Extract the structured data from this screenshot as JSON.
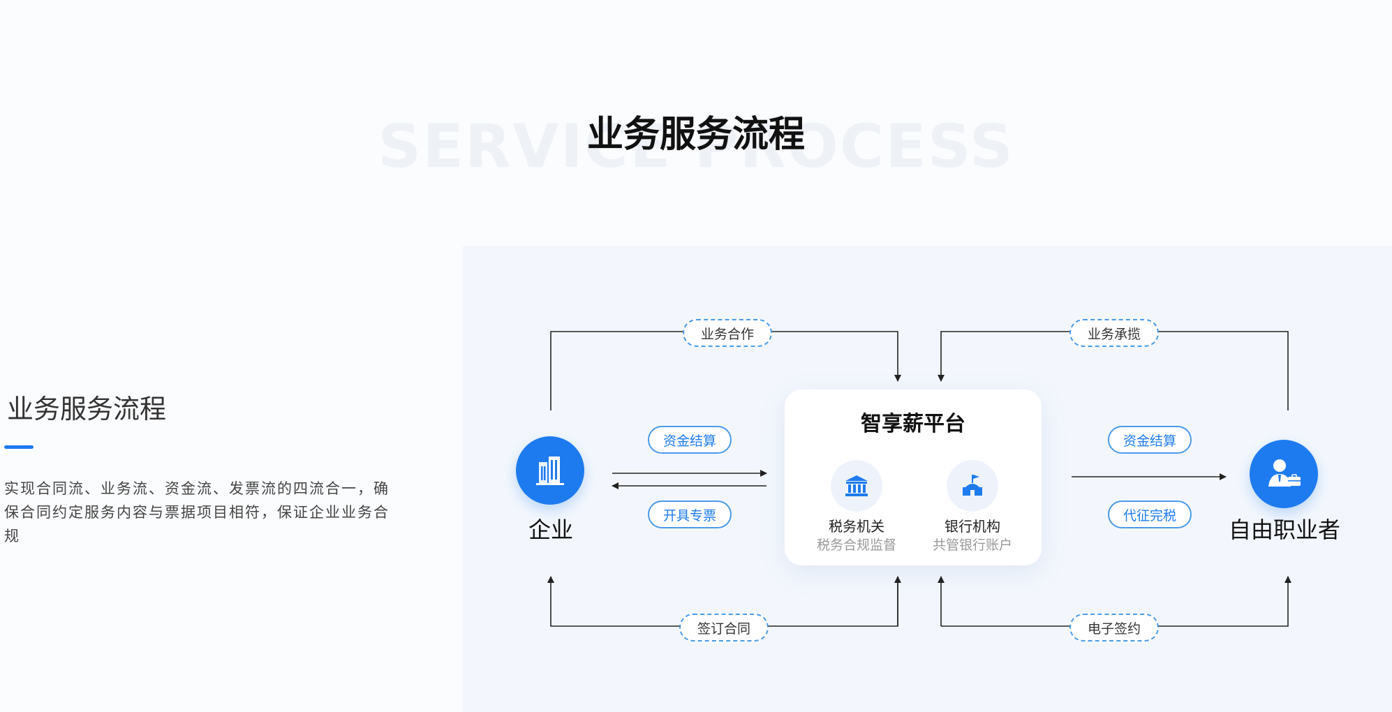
{
  "header": {
    "watermark": "SERVICE PROCESS",
    "title": "业务服务流程"
  },
  "intro": {
    "title": "业务服务流程",
    "description": "实现合同流、业务流、资金流、发票流的四流合一，确保合同约定服务内容与票据项目相符，保证企业业务合规"
  },
  "diagram": {
    "left_entity": {
      "label": "企业",
      "icon": "building-icon"
    },
    "right_entity": {
      "label": "自由职业者",
      "icon": "freelancer-icon"
    },
    "platform": {
      "title": "智享薪平台",
      "items": [
        {
          "name": "税务机关",
          "desc": "税务合规监督",
          "icon": "bank-building-icon"
        },
        {
          "name": "银行机构",
          "desc": "共管银行账户",
          "icon": "flag-building-icon"
        }
      ]
    },
    "flows": {
      "top_left": "业务合作",
      "top_right": "业务承揽",
      "bottom_left": "签订合同",
      "bottom_right": "电子签约",
      "left_upper": "资金结算",
      "left_lower": "开具专票",
      "right_upper": "资金结算",
      "right_lower": "代征完税"
    }
  },
  "colors": {
    "accent": "#1e7bef",
    "dash": "#4a9ae8",
    "line": "#222222"
  }
}
